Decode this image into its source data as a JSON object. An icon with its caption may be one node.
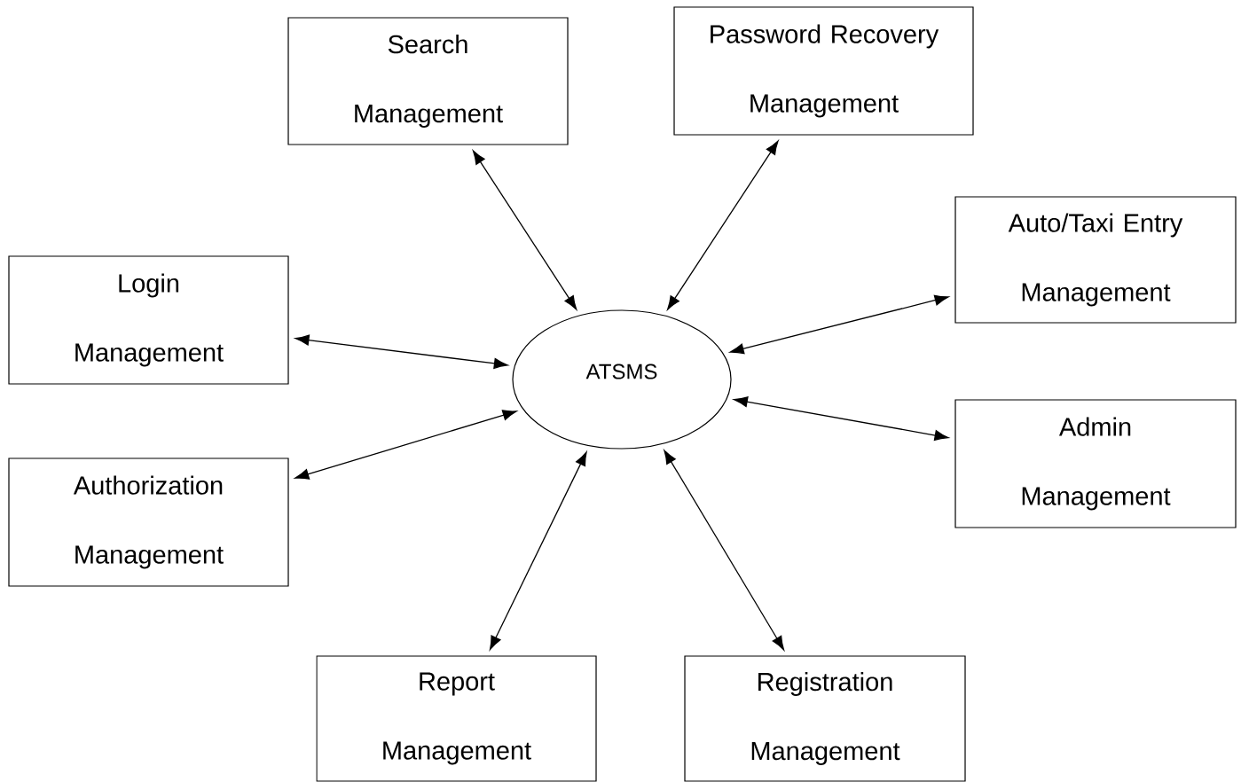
{
  "diagram": {
    "nodes": [
      {
        "text": [
          "Search Management"
        ]
      },
      {
        "text": [
          "Password Recovery Management"
        ]
      },
      {
        "text": [
          "Auto/Taxi Entry Management"
        ]
      },
      {
        "text": [
          "Login Management"
        ]
      },
      {
        "text": [
          "ATSMS"
        ]
      },
      {
        "text": [
          "Admin Management"
        ]
      },
      {
        "text": [
          "Authorization Management"
        ]
      },
      {
        "text": [
          "Report Management"
        ]
      },
      {
        "text": [
          "Registration Management"
        ]
      }
    ],
    "edges": [
      {
        "from": 0,
        "to": 4,
        "arrow": "both"
      },
      {
        "from": 1,
        "to": 4,
        "arrow": "both"
      },
      {
        "from": 2,
        "to": 4,
        "arrow": "both"
      },
      {
        "from": 3,
        "to": 4,
        "arrow": "both"
      },
      {
        "from": 5,
        "to": 4,
        "arrow": "both"
      },
      {
        "from": 6,
        "to": 4,
        "arrow": "both"
      },
      {
        "from": 7,
        "to": 4,
        "arrow": "both"
      },
      {
        "from": 8,
        "to": 4,
        "arrow": "both"
      }
    ]
  }
}
